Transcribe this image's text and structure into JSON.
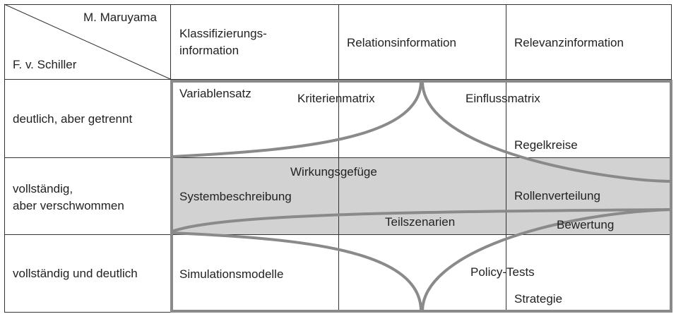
{
  "corner": {
    "top_right": "M. Maruyama",
    "bottom_left": "F. v. Schiller"
  },
  "columns": [
    "Klassifizierungs-\ninformation",
    "Relationsinformation",
    "Relevanzinformation"
  ],
  "rows": [
    "deutlich, aber getrennt",
    "vollständig,\naber verschwommen",
    "vollständig und deutlich"
  ],
  "terms": {
    "variablensatz": "Variablensatz",
    "kriterienmatrix": "Kriterienmatrix",
    "einflussmatrix": "Einflussmatrix",
    "regelkreise": "Regelkreise",
    "wirkungsgefuege": "Wirkungsgefüge",
    "systembeschreibung": "Systembeschreibung",
    "rollenverteilung": "Rollenverteilung",
    "teilszenarien": "Teilszenarien",
    "bewertung": "Bewertung",
    "simulationsmodelle": "Simulationsmodelle",
    "policy_tests": "Policy-Tests",
    "strategie": "Strategie"
  },
  "colors": {
    "grid_line": "#333333",
    "frame_and_curves": "#8a8a8a",
    "band_fill": "#d2d2d2",
    "text": "#222222"
  }
}
